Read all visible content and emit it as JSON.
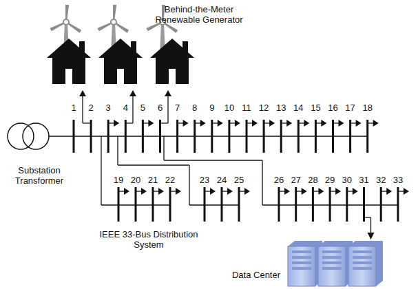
{
  "diagram": {
    "labels": [
      "Behind-the-Meter Renewable Generator",
      "1",
      "2",
      "3",
      "4",
      "5",
      "6",
      "7",
      "8",
      "9",
      "10",
      "11",
      "12",
      "13",
      "14",
      "15",
      "16",
      "17",
      "18",
      "19",
      "20",
      "21",
      "22",
      "23",
      "24",
      "25",
      "26",
      "27",
      "28",
      "29",
      "30",
      "31",
      "32",
      "33",
      "Substation Transformer",
      "IEEE 33-Bus Distribution System",
      "Data Center"
    ]
  }
}
